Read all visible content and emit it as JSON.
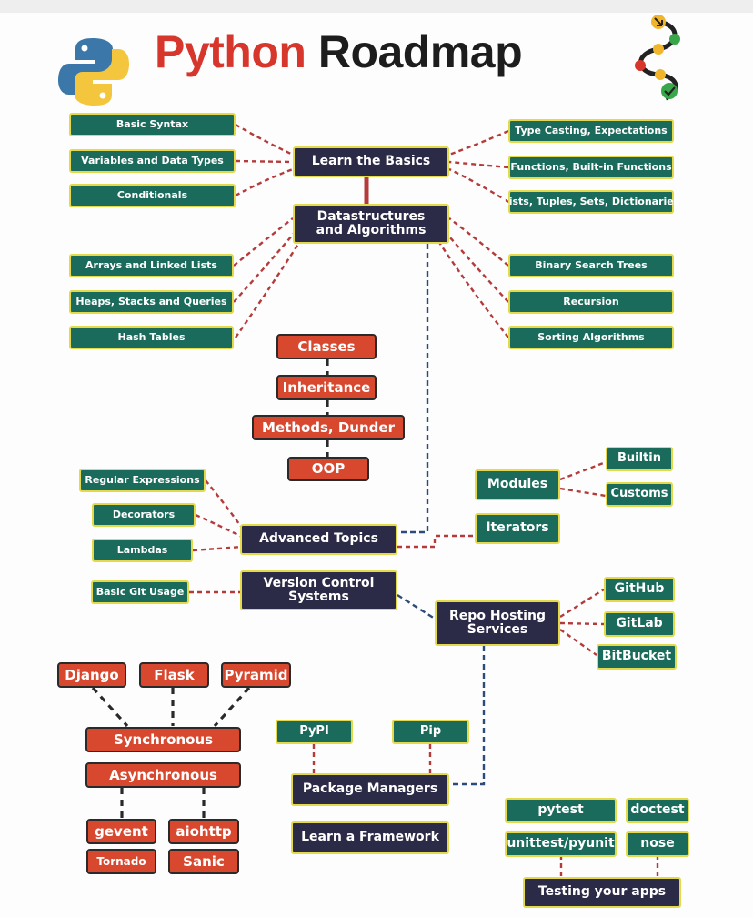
{
  "title": {
    "part1": "Python",
    "part2": "Roadmap"
  },
  "colors": {
    "green_box": "#1b6b5c",
    "navy_box": "#2b2a47",
    "orange_box": "#d7482f",
    "box_border": "#e3d949",
    "title_red": "#d7362c",
    "connector_red": "#b53b3b",
    "connector_blue": "#2d4b7a"
  },
  "icons": {
    "left_logo": "python-logo-icon",
    "right_logo": "roadmap-route-icon"
  },
  "nodes": {
    "basic_syntax": "Basic Syntax",
    "variables": "Variables and Data Types",
    "conditionals": "Conditionals",
    "learn_basics": "Learn the Basics",
    "type_casting": "Type Casting, Expectations",
    "functions": "Functions, Built-in Functions",
    "lists": "Lists, Tuples, Sets, Dictionaries",
    "dsa_line1": "Datastructures",
    "dsa_line2": "and Algorithms",
    "arrays": "Arrays and Linked Lists",
    "heaps": "Heaps, Stacks and Queries",
    "hash_tables": "Hash Tables",
    "bst": "Binary Search Trees",
    "recursion": "Recursion",
    "sorting": "Sorting Algorithms",
    "classes": "Classes",
    "inheritance": "Inheritance",
    "methods": "Methods, Dunder",
    "oop": "OOP",
    "regex": "Regular Expressions",
    "decorators": "Decorators",
    "lambdas": "Lambdas",
    "advanced": "Advanced Topics",
    "modules": "Modules",
    "builtin": "Builtin",
    "customs": "Customs",
    "iterators": "Iterators",
    "basic_git": "Basic Git Usage",
    "vcs_line1": "Version Control",
    "vcs_line2": "Systems",
    "repo_line1": "Repo Hosting",
    "repo_line2": "Services",
    "github": "GitHub",
    "gitlab": "GitLab",
    "bitbucket": "BitBucket",
    "django": "Django",
    "flask": "Flask",
    "pyramid": "Pyramid",
    "synchronous": "Synchronous",
    "asynchronous": "Asynchronous",
    "gevent": "gevent",
    "aiohttp": "aiohttp",
    "tornado": "Tornado",
    "sanic": "Sanic",
    "pypi": "PyPI",
    "pip": "Pip",
    "package_managers": "Package Managers",
    "learn_framework": "Learn a Framework",
    "pytest": "pytest",
    "doctest": "doctest",
    "unittest": "unittest/pyunit",
    "nose": "nose",
    "testing": "Testing your apps"
  }
}
